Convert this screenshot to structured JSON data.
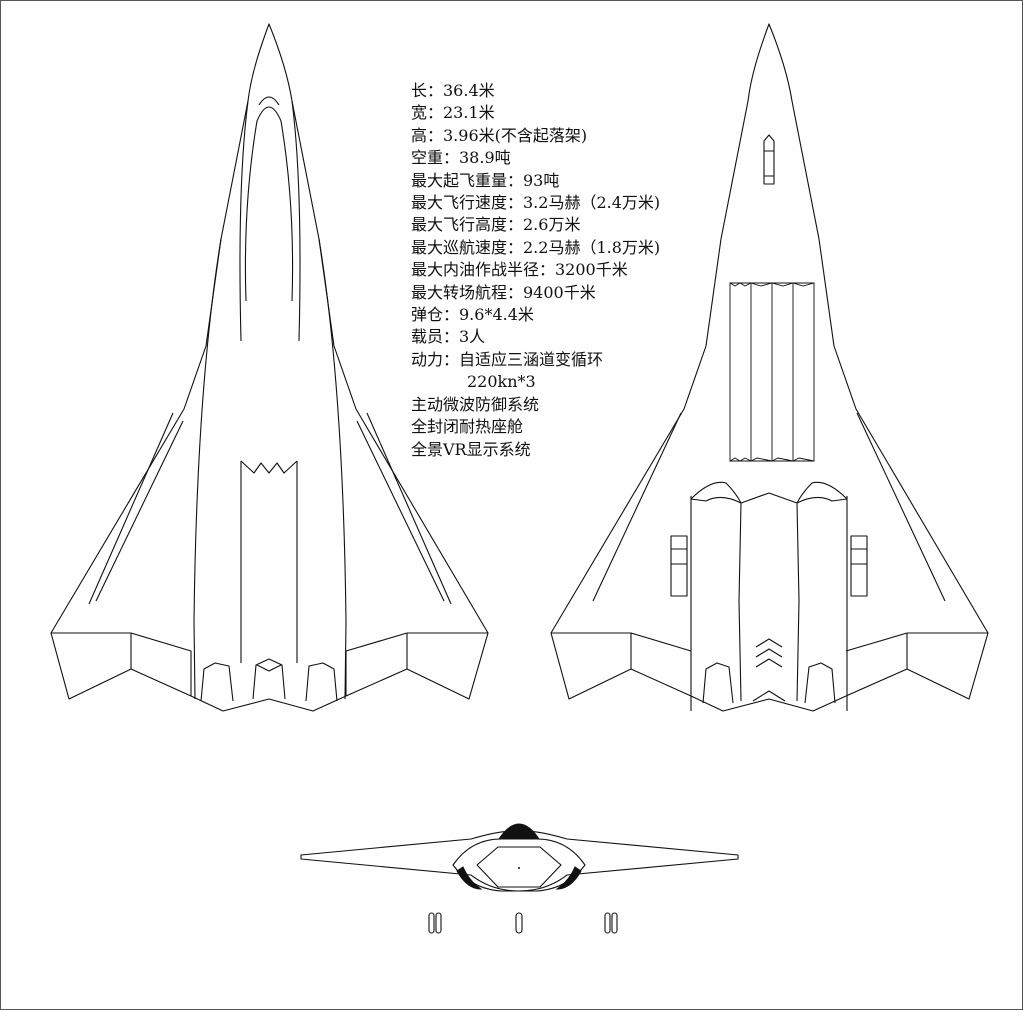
{
  "specs": [
    "长：36.4米",
    "宽：23.1米",
    "高：3.96米(不含起落架)",
    "空重：38.9吨",
    "最大起飞重量：93吨",
    "最大飞行速度：3.2马赫（2.4万米)",
    "最大飞行高度：2.6万米",
    "最大巡航速度：2.2马赫（1.8万米)",
    "最大内油作战半径：3200千米",
    "最大转场航程：9400千米",
    "弹仓：9.6*4.4米",
    "载员：3人",
    "动力：自适应三涵道变循环",
    "220kn*3",
    "主动微波防御系统",
    "全封闭耐热座舱",
    "全景VR显示系统"
  ],
  "colors": {
    "line": "#111111",
    "background": "#fefefe",
    "border": "#555555"
  }
}
